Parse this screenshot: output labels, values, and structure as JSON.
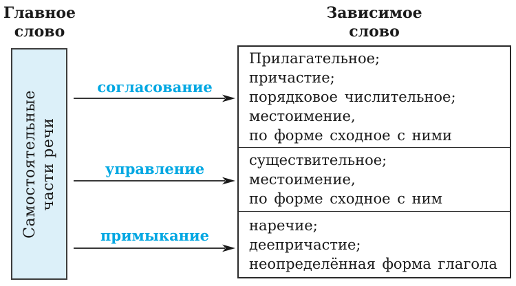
{
  "accent_color": "#00a7e2",
  "source_box_fill_color": "#dcf0f9",
  "headers": {
    "main": "Главное\nслово",
    "dependent": "Зависимое\nслово"
  },
  "source_box": {
    "label": "Самостоятельные\nчасти речи"
  },
  "arrows": [
    {
      "label": "согласование"
    },
    {
      "label": "управление"
    },
    {
      "label": "примыкание"
    }
  ],
  "dependent_box": {
    "sections": [
      {
        "lines": [
          "Прилагательное;",
          "причастие;",
          "порядковое числительное;",
          "местоимение,",
          "по форме сходное с ними"
        ]
      },
      {
        "lines": [
          "существительное;",
          "местоимение,",
          "по форме сходное с ним"
        ]
      },
      {
        "lines": [
          "наречие;",
          "деепричастие;",
          "неопределённая форма глагола"
        ]
      }
    ]
  }
}
